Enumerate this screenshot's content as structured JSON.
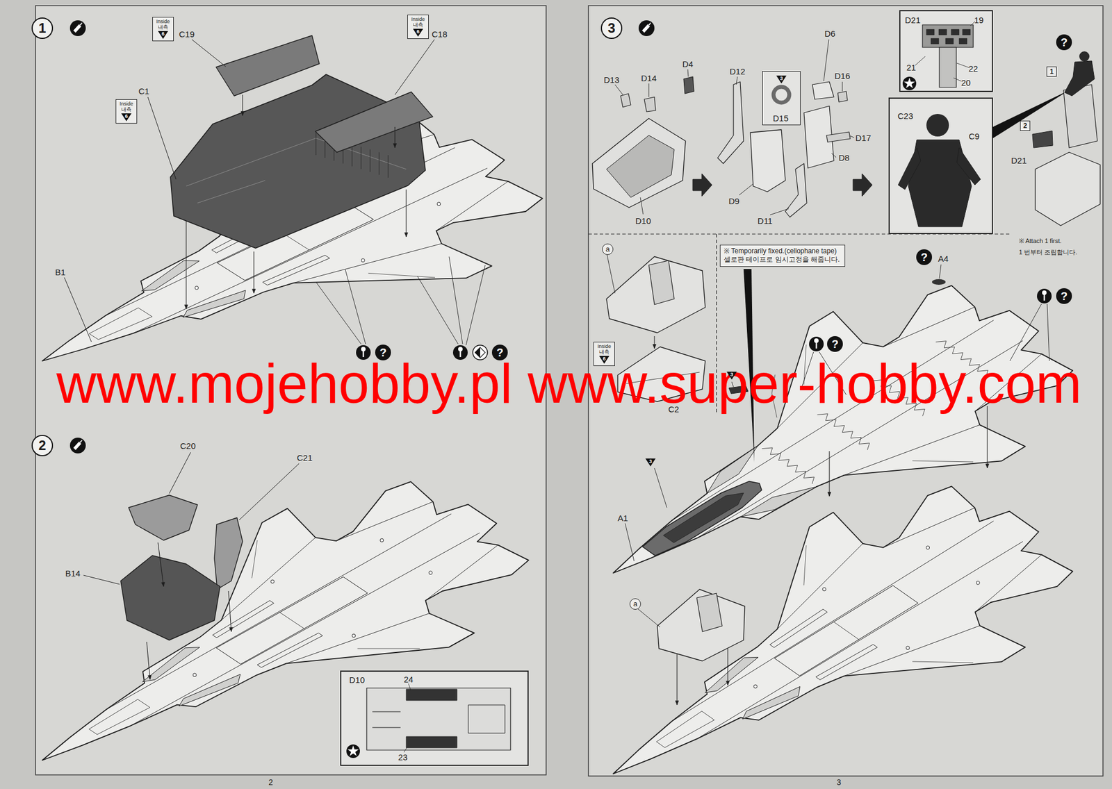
{
  "diagram": {
    "nodes": [
      {
        "text": [
          "1"
        ]
      },
      {
        "text": [
          "Inside 내측",
          "6"
        ]
      },
      {
        "text": [
          "Inside 내측",
          "6"
        ]
      },
      {
        "text": [
          "Inside 내측",
          "6"
        ]
      },
      {
        "text": [
          "2"
        ]
      },
      {
        "text": [
          "D10"
        ]
      },
      {
        "text": [
          "3"
        ]
      },
      {
        "text": [
          "3",
          "D15"
        ]
      },
      {
        "text": [
          "D21"
        ]
      },
      {
        "text": [
          "C23",
          "C9"
        ]
      },
      {
        "text": [
          "1"
        ]
      },
      {
        "text": [
          "2"
        ]
      },
      {
        "text": [
          "a"
        ]
      },
      {
        "text": [
          "Inside 내측",
          "6"
        ]
      },
      {
        "text": [
          "※ Temporarily fixed.(cellophane tape)",
          "셀로판 테이프로 임시고정을 해줍니다."
        ]
      },
      {
        "text": [
          "a"
        ]
      }
    ],
    "labels": [
      "C19",
      "C18",
      "C1",
      "B1",
      "?",
      "?",
      "www.mojehobby.pl www.super-hobby.com",
      "C20",
      "C21",
      "B14",
      "24",
      "23",
      "2",
      "D13",
      "D14",
      "D4",
      "D12",
      "D6",
      "D16",
      "D17",
      "D8",
      "D9",
      "D11",
      "D10",
      "19",
      "21",
      "22",
      "20",
      "?",
      "D21",
      "※ Attach 1 first.",
      "1 번부터 조립합니다.",
      "C2",
      "A4",
      "?",
      "?",
      "?",
      "3",
      "3",
      "A1",
      "3"
    ]
  }
}
